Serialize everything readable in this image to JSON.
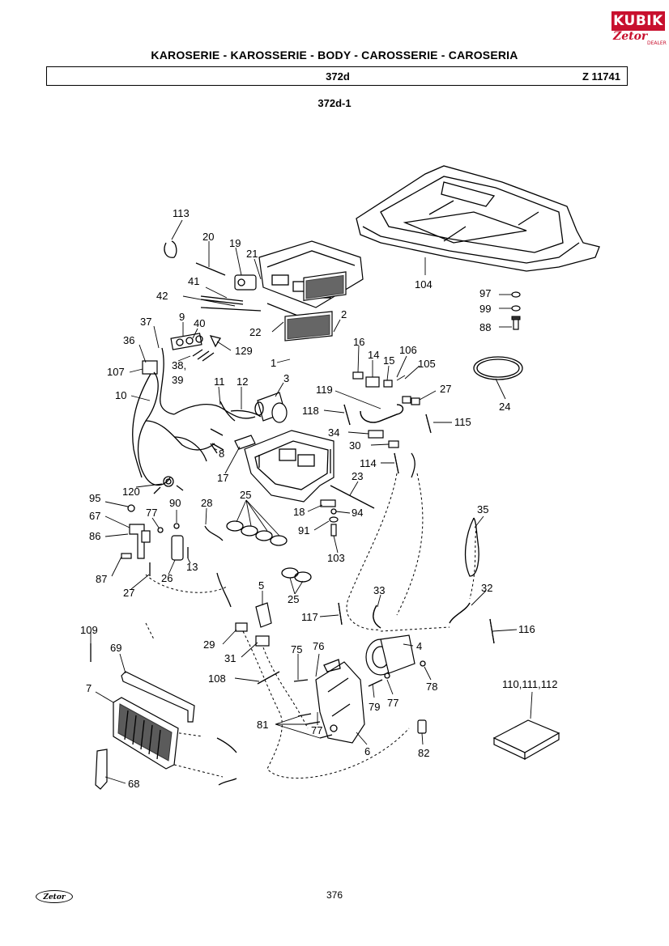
{
  "header": {
    "title": "KAROSERIE - KAROSSERIE - BODY - CAROSSERIE - CAROSERIA",
    "group_code": "372d",
    "ref_code": "Z 11741",
    "sub_code": "372d-1"
  },
  "logo": {
    "brand": "KUBIK",
    "sub": "Zetor",
    "dealer": "DEALER"
  },
  "footer": {
    "logo_text": "Zetor",
    "page_number": "376"
  },
  "labels": {
    "p113": "113",
    "p20": "20",
    "p19": "19",
    "p21": "21",
    "p41": "41",
    "p42": "42",
    "p2": "2",
    "p22": "22",
    "p9": "9",
    "p40": "40",
    "p37": "37",
    "p36": "36",
    "p129": "129",
    "p38": "38,",
    "p39": "39",
    "p1": "1",
    "p16": "16",
    "p14": "14",
    "p15": "15",
    "p106": "106",
    "p105": "105",
    "p107": "107",
    "p3": "3",
    "p11": "11",
    "p12": "12",
    "p10": "10",
    "p119": "119",
    "p27a": "27",
    "p118": "118",
    "p115": "115",
    "p24": "24",
    "p34": "34",
    "p30": "30",
    "p8": "8",
    "p17": "17",
    "p114": "114",
    "p120": "120",
    "p23": "23",
    "p25a": "25",
    "p95": "95",
    "p77a": "77",
    "p90": "90",
    "p28": "28",
    "p18": "18",
    "p94": "94",
    "p67": "67",
    "p91": "91",
    "p86": "86",
    "p35": "35",
    "p103": "103",
    "p13": "13",
    "p87": "87",
    "p26": "26",
    "p27b": "27",
    "p5": "5",
    "p25b": "25",
    "p33": "33",
    "p32": "32",
    "p117": "117",
    "p116": "116",
    "p109": "109",
    "p29": "29",
    "p4": "4",
    "p69": "69",
    "p75": "75",
    "p76": "76",
    "p31": "31",
    "p78": "78",
    "p108": "108",
    "p110": "110,111,112",
    "p7": "7",
    "p79": "79",
    "p77b": "77",
    "p81": "81",
    "p77c": "77",
    "p6": "6",
    "p82": "82",
    "p68": "68",
    "p104": "104",
    "p97": "97",
    "p99": "99",
    "p88": "88"
  }
}
